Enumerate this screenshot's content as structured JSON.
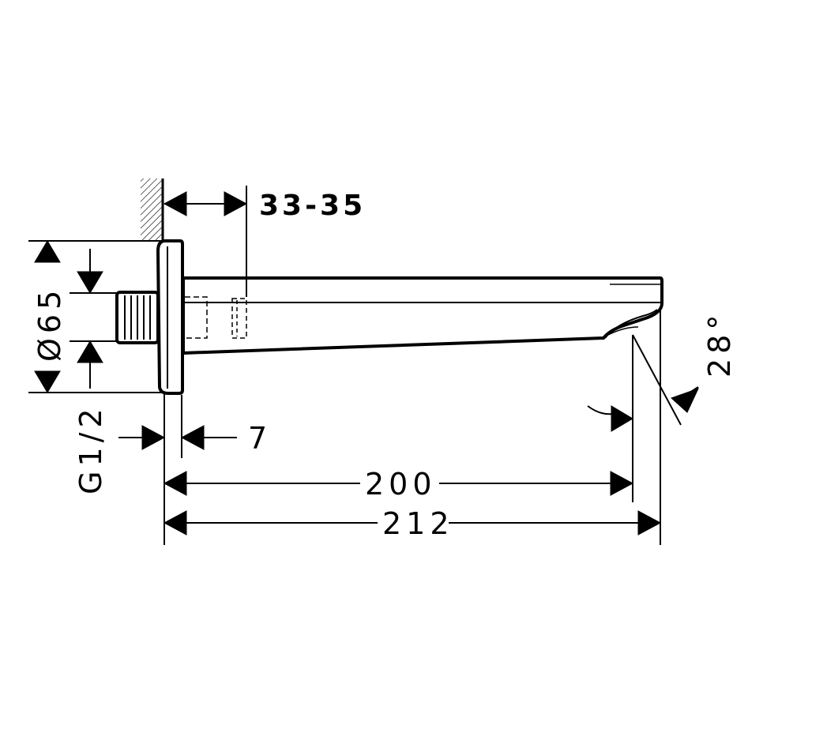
{
  "dimensions": {
    "wall_thickness": "33-35",
    "rosette_diameter": "Ø65",
    "thread": "G1/2",
    "offset": "7",
    "outlet_length": "200",
    "overall_length": "212",
    "spout_angle": "28°"
  }
}
